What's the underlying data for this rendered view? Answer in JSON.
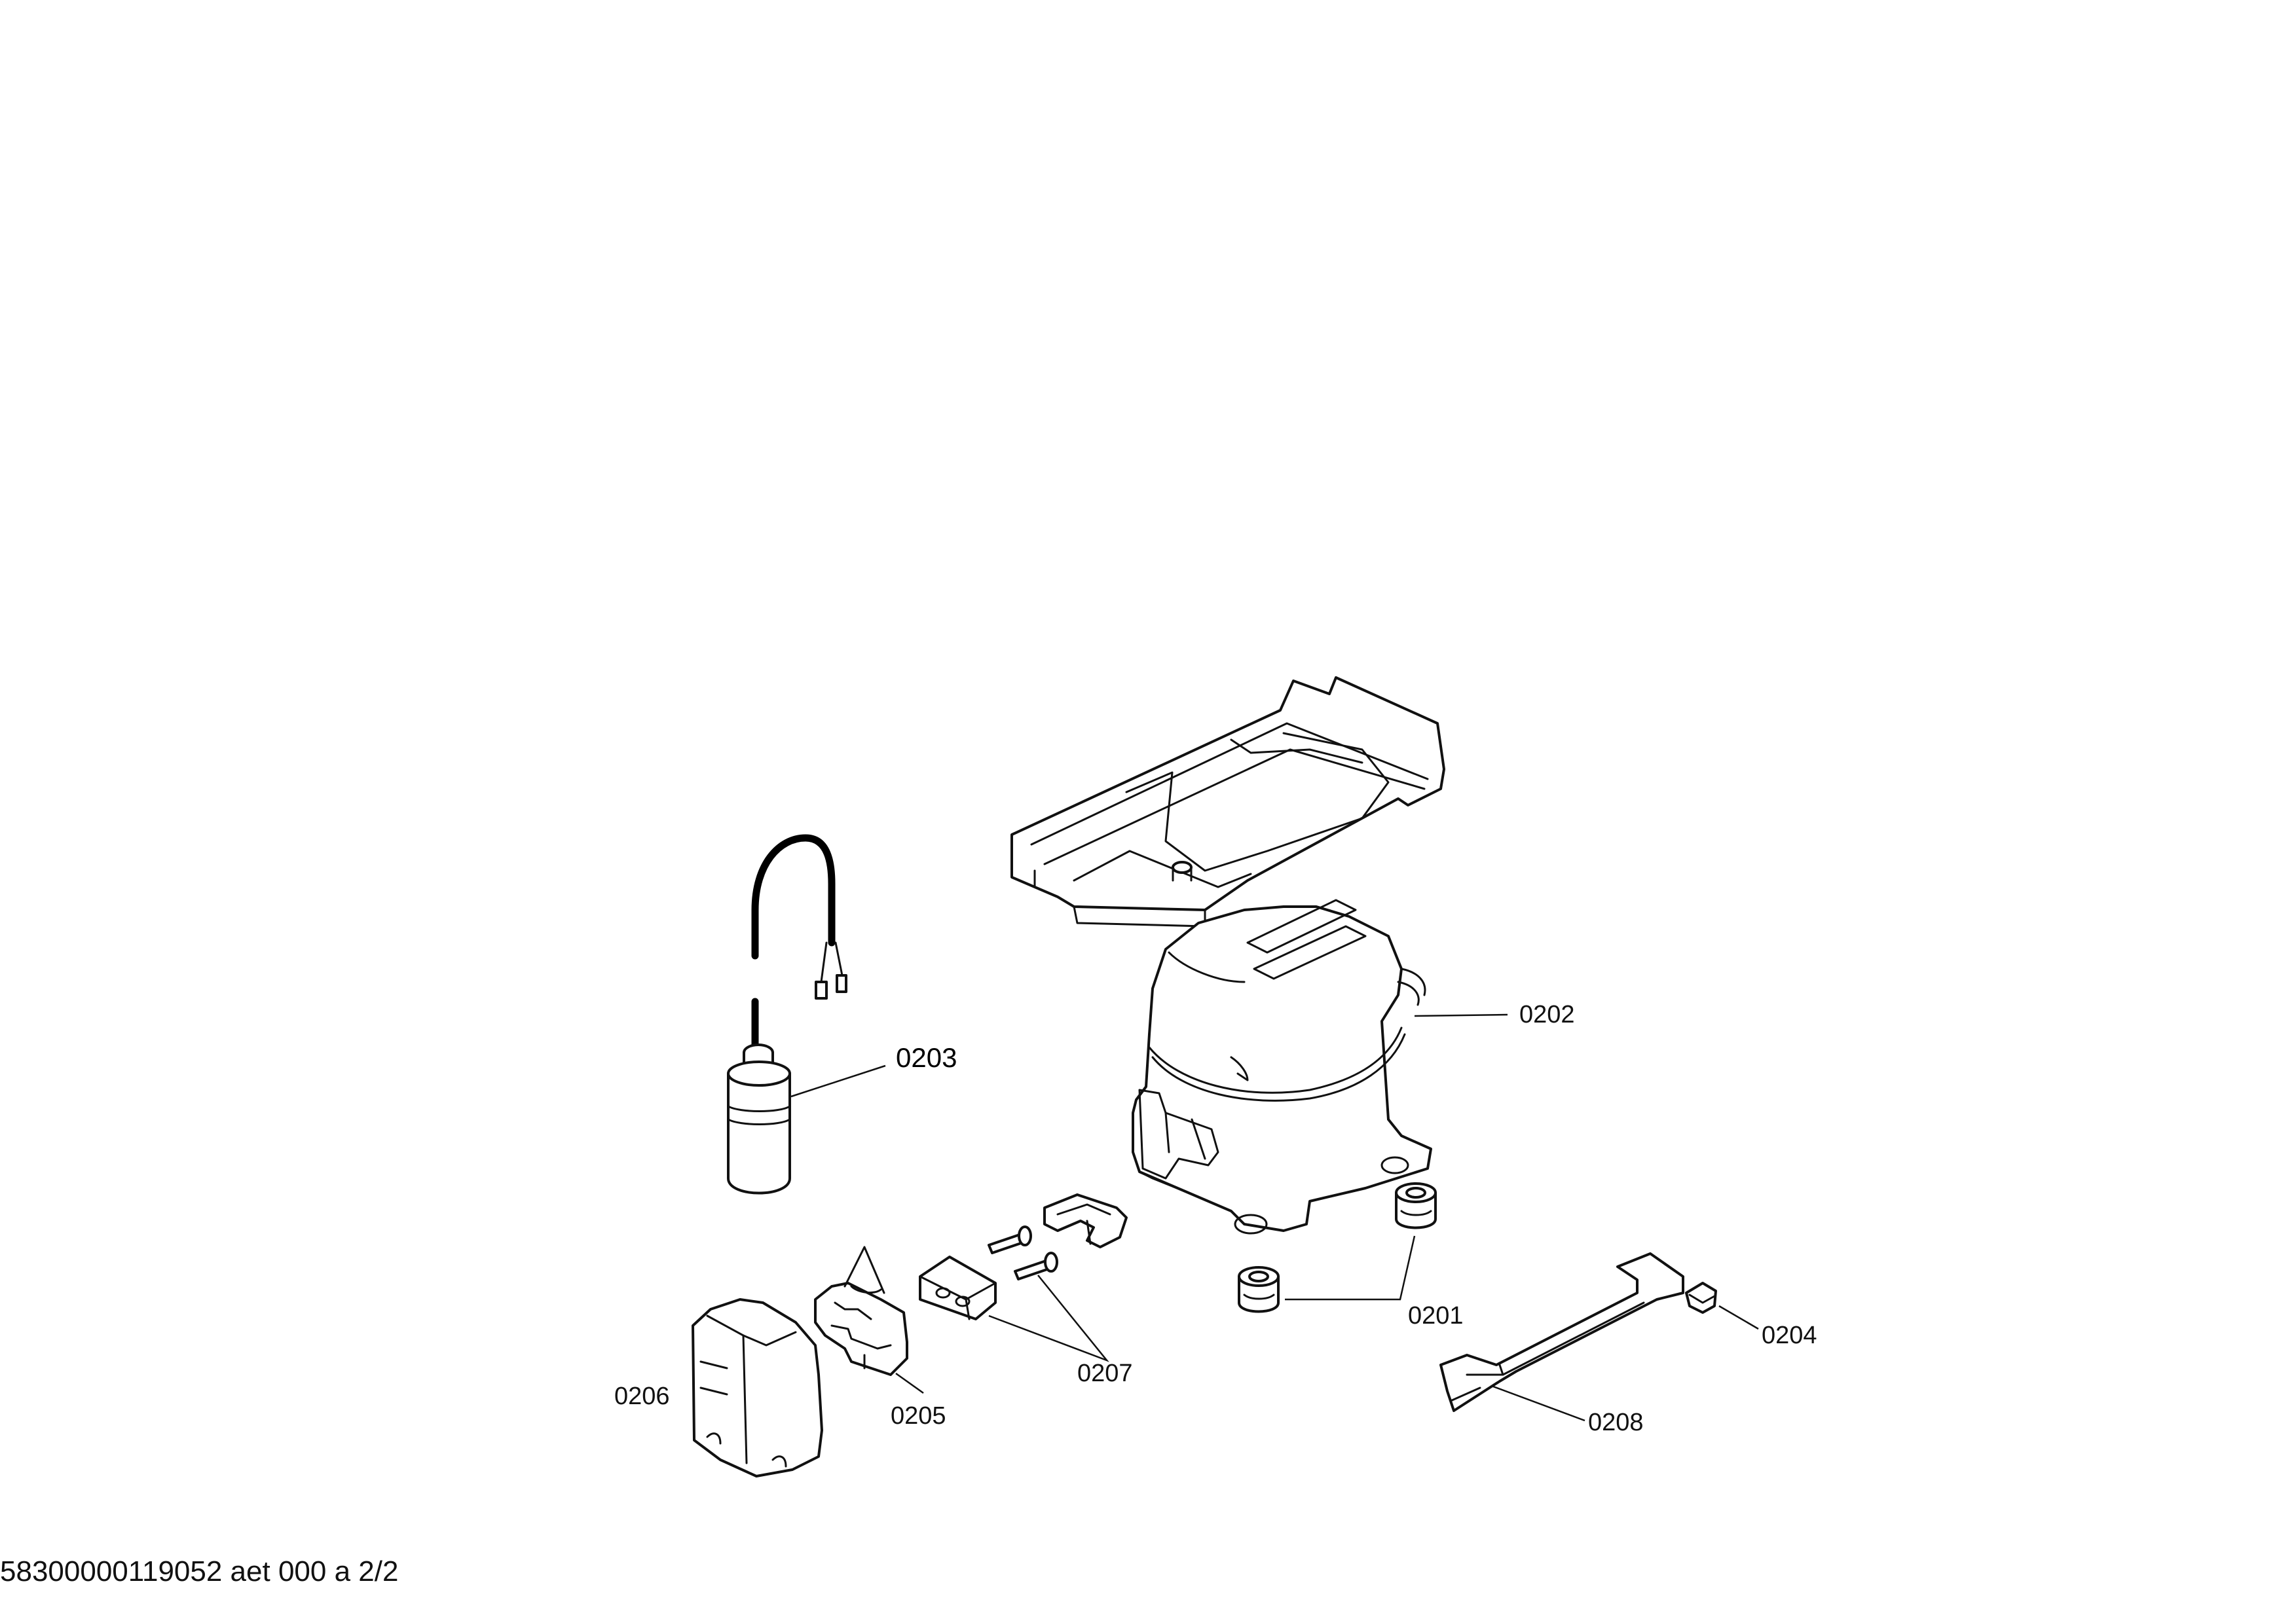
{
  "diagram": {
    "callouts": {
      "c0201": "0201",
      "c0202": "0202",
      "c0203": "0203",
      "c0204": "0204",
      "c0205": "0205",
      "c0206": "0206",
      "c0207": "0207",
      "c0208": "0208"
    }
  },
  "footer": {
    "document_id": "58300000119052 aet 000 a 2/2"
  }
}
